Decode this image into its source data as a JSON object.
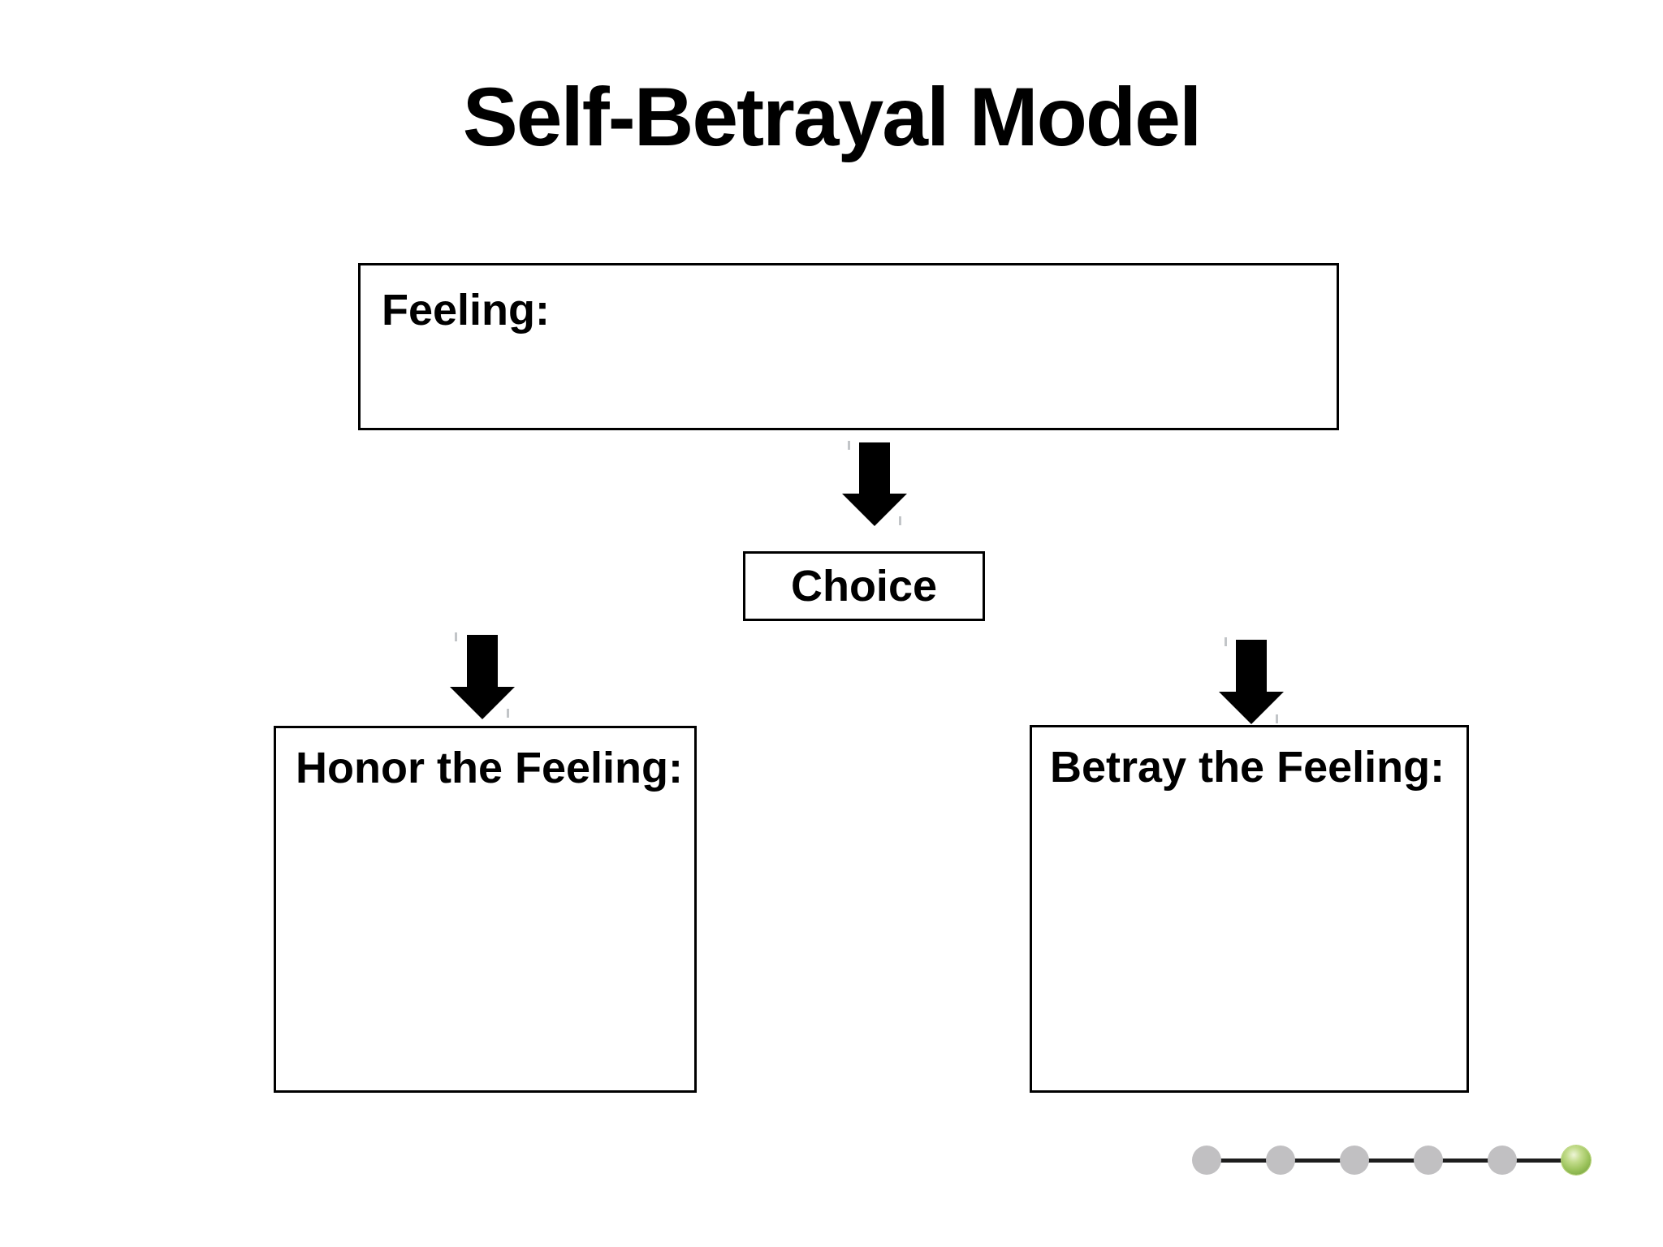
{
  "page": {
    "title": "Self-Betrayal Model"
  },
  "diagram": {
    "feeling_box": {
      "label": "Feeling:"
    },
    "choice_box": {
      "label": "Choice"
    },
    "honor_box": {
      "label": "Honor the Feeling:"
    },
    "betray_box": {
      "label": "Betray the Feeling:"
    },
    "arrows": [
      {
        "name": "feeling-to-choice"
      },
      {
        "name": "choice-to-honor"
      },
      {
        "name": "choice-to-betray"
      }
    ]
  },
  "progress": {
    "dots": [
      {
        "state": "inactive"
      },
      {
        "state": "inactive"
      },
      {
        "state": "inactive"
      },
      {
        "state": "inactive"
      },
      {
        "state": "inactive"
      },
      {
        "state": "active"
      }
    ]
  },
  "colors": {
    "background": "#ffffff",
    "text": "#000000",
    "box_border": "#000000",
    "arrow_fill": "#000000",
    "dot_inactive": "#c1c0c2",
    "dot_active": "#8db84e",
    "connector": "#1d1d1d"
  }
}
